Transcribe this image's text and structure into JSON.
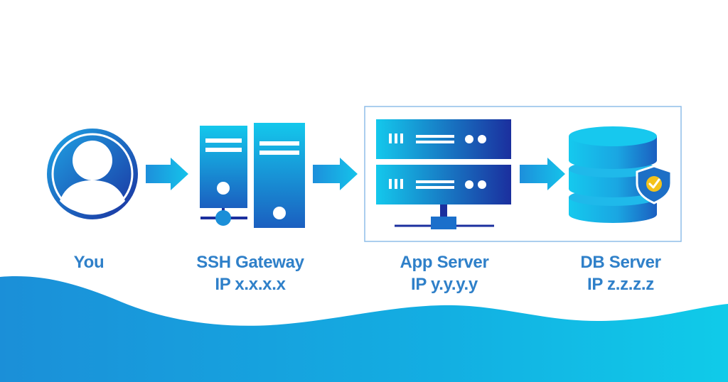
{
  "colors": {
    "text": "#2f80c9",
    "dark_blue": "#1b2f9e",
    "cyan": "#13c6ea",
    "wave": "#13a8e0",
    "frame": "#8fbde8",
    "shield": "#1d6fc6",
    "check": "#f3c21b"
  },
  "nodes": {
    "you": {
      "label": "You",
      "icon": "user-icon"
    },
    "ssh_gateway": {
      "label": "SSH Gateway",
      "ip": "IP x.x.x.x",
      "icon": "server-tower-icon"
    },
    "app_server": {
      "label": "App Server",
      "ip": "IP y.y.y.y",
      "icon": "rack-server-icon"
    },
    "db_server": {
      "label": "DB Server",
      "ip": "IP z.z.z.z",
      "icon": "database-icon"
    }
  },
  "arrows": [
    {
      "from": "you",
      "to": "ssh_gateway"
    },
    {
      "from": "ssh_gateway",
      "to": "app_server"
    },
    {
      "from": "app_server",
      "to": "db_server"
    }
  ]
}
